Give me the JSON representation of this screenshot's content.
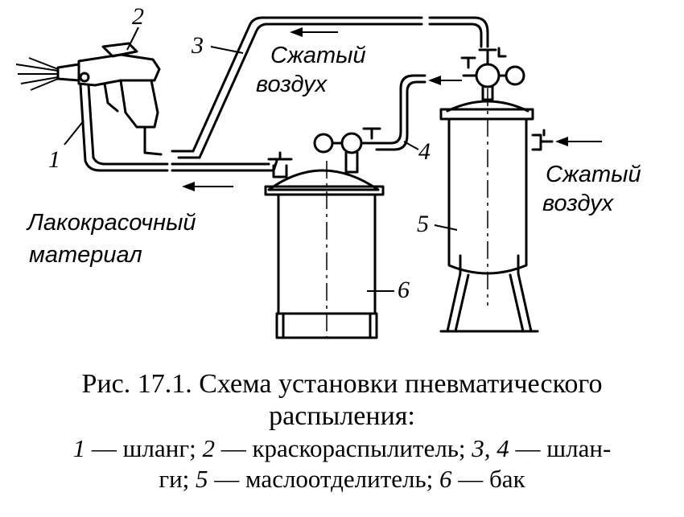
{
  "labels": {
    "n1": "1",
    "n2": "2",
    "n3": "3",
    "n4": "4",
    "n5": "5",
    "n6": "6",
    "air_top": [
      "Сжатый",
      "воздух"
    ],
    "air_right": [
      "Сжатый",
      "воздух"
    ],
    "paint": [
      "Лакокрасочный",
      "материал"
    ]
  },
  "caption": {
    "title_line1": "Рис. 17.1. Схема установки пневматического",
    "title_line2": "распыления:",
    "legend": [
      {
        "num": "1",
        "text": " — шланг; "
      },
      {
        "num": "2",
        "text": " — краскораспылитель; "
      },
      {
        "num": "3, 4",
        "text": " — шлан-"
      }
    ],
    "legend_line2": [
      {
        "text": "ги; "
      },
      {
        "num": "5",
        "text": " — маслоотделитель; "
      },
      {
        "num": "6",
        "text": " — бак"
      }
    ]
  }
}
